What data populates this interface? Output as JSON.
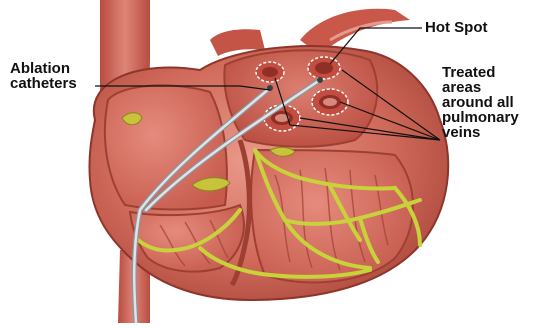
{
  "labels": {
    "hot_spot": "Hot Spot",
    "ablation_catheters": [
      "Ablation",
      "catheters"
    ],
    "treated_areas": [
      "Treated",
      "areas",
      "around all",
      "pulmonary",
      "veins"
    ]
  },
  "colors": {
    "tissue": "#c9584a",
    "tissue_dark": "#a83e33",
    "tissue_light": "#e48a7a",
    "chamber_inner": "#d97063",
    "conduction_path": "#c8d23a",
    "catheter": "#c9ced4",
    "leader_line": "#111111"
  }
}
